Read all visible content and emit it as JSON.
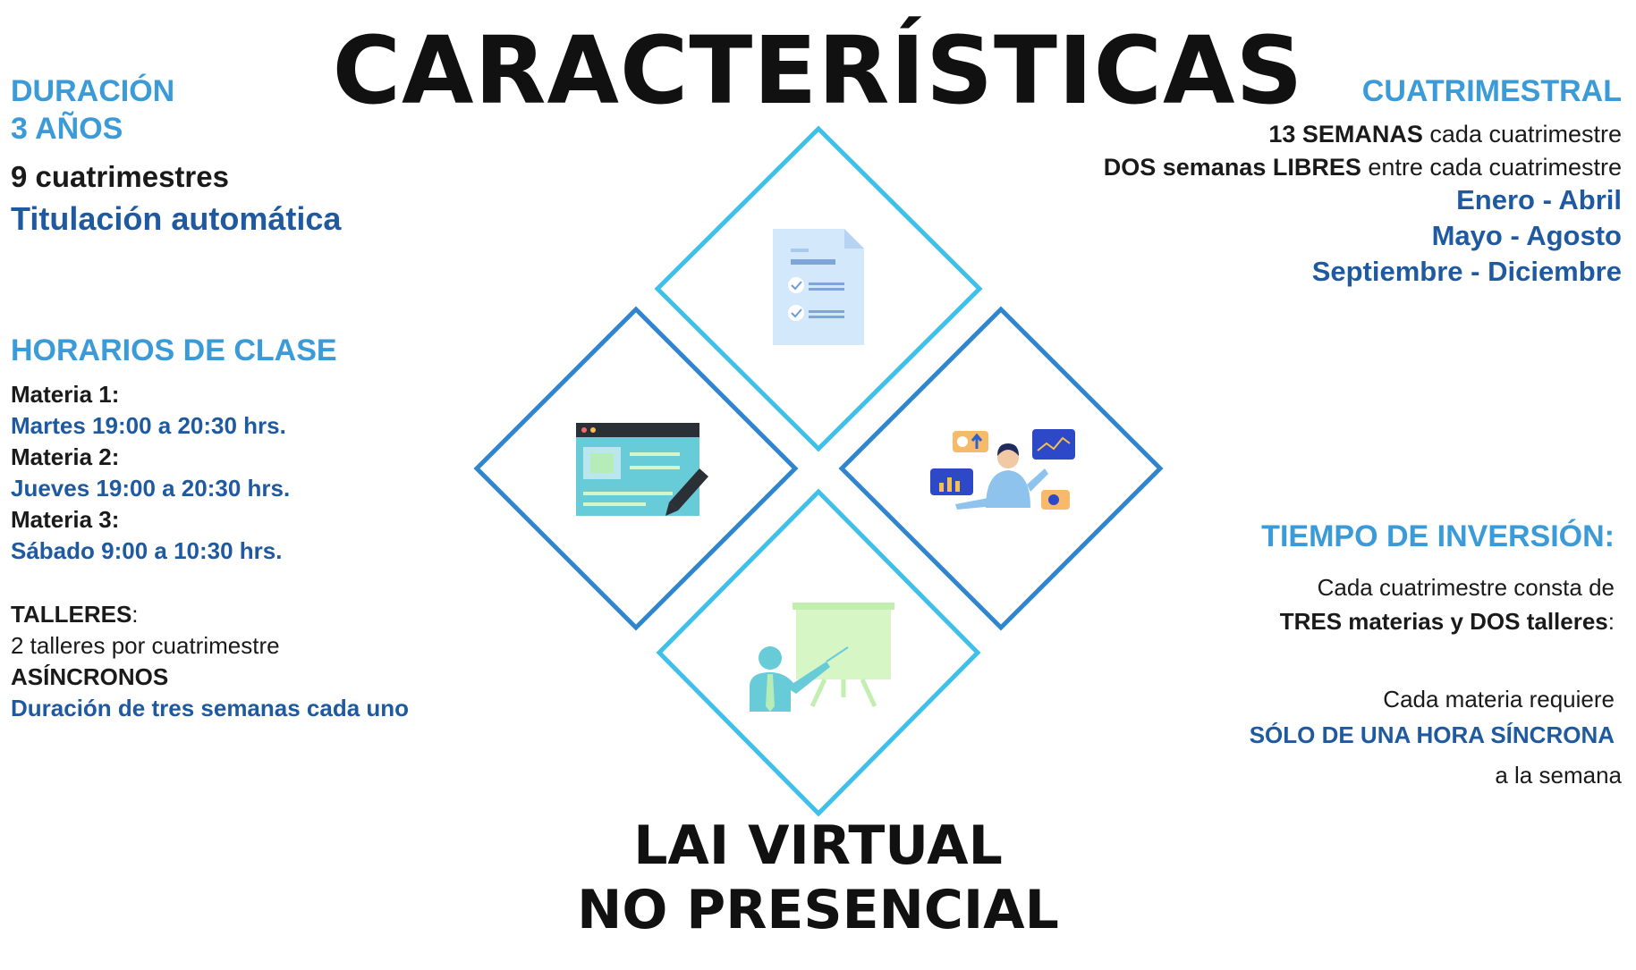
{
  "title": "CARACTERÍSTICAS",
  "left": {
    "duracion_label": "DURACIÓN",
    "duracion_value": "3 AÑOS",
    "cuatrimestres": "9 cuatrimestres",
    "titulacion": "Titulación automática",
    "horarios_label": "HORARIOS DE CLASE",
    "schedule": [
      {
        "subject": "Materia 1:",
        "time": "Martes 19:00  a 20:30 hrs."
      },
      {
        "subject": "Materia 2:",
        "time": "Jueves 19:00 a 20:30 hrs."
      },
      {
        "subject": "Materia 3:",
        "time": "Sábado 9:00 a 10:30 hrs."
      }
    ],
    "talleres_label": "TALLERES",
    "talleres_colon": ":",
    "talleres_count": "2 talleres por cuatrimestre",
    "asincronos": "ASÍNCRONOS",
    "talleres_duracion": "Duración de tres semanas cada uno"
  },
  "right": {
    "cuatrimestral_label": "CUATRIMESTRAL",
    "line1_bold": "13 SEMANAS",
    "line1_rest": " cada cuatrimestre",
    "line2_bold": "DOS semanas LIBRES",
    "line2_rest": " entre cada cuatrimestre",
    "periods": [
      "Enero - Abril",
      "Mayo - Agosto",
      "Septiembre - Diciembre"
    ],
    "tiempo_label": "TIEMPO DE INVERSIÓN:",
    "consta": "Cada cuatrimestre consta de ",
    "tres_materias": "TRES materias y DOS talleres",
    "tres_colon": ":",
    "requiere": "Cada materia requiere ",
    "sincrona": "SÓLO DE UNA HORA SÍNCRONA",
    "semana": "a la semana"
  },
  "footer": {
    "line1": "LAI VIRTUAL",
    "line2": "NO PRESENCIAL"
  },
  "icons": [
    "checklist-document-icon",
    "web-editing-icon",
    "analytics-person-icon",
    "presentation-teacher-icon"
  ],
  "colors": {
    "light_blue": "#3a9bd8",
    "dark_blue": "#1f5aa0",
    "diamond_light": "#3fc0ea",
    "diamond_dark": "#2f86cf"
  }
}
